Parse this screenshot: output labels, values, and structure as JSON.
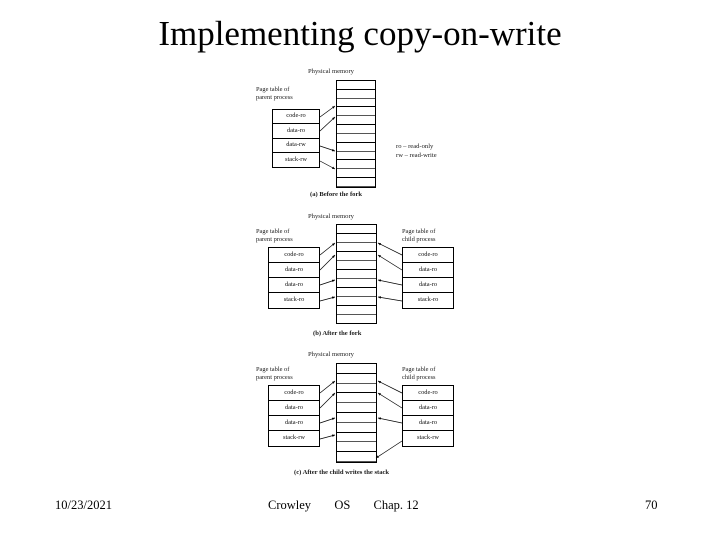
{
  "slide": {
    "title": "Implementing copy-on-write",
    "footer": {
      "date": "10/23/2021",
      "author": "Crowley",
      "course": "OS",
      "chapter": "Chap. 12",
      "page_number": "70"
    }
  },
  "figure": {
    "legend": {
      "ro": "ro  –  read-only",
      "rw": "rw  –  read-write"
    },
    "panels": [
      {
        "id": "a",
        "caption": "(a) Before the fork",
        "physical_memory_label": "Physical memory",
        "physical_memory_cells": 12,
        "parent_table": {
          "label_line1": "Page table of",
          "label_line2": "parent process",
          "entries": [
            "code-ro",
            "data-ro",
            "data-rw",
            "stack-rw"
          ]
        },
        "child_table": null
      },
      {
        "id": "b",
        "caption": "(b) After the fork",
        "physical_memory_label": "Physical memory",
        "physical_memory_cells": 11,
        "parent_table": {
          "label_line1": "Page table of",
          "label_line2": "parent process",
          "entries": [
            "code-ro",
            "data-ro",
            "data-ro",
            "stack-ro"
          ]
        },
        "child_table": {
          "label_line1": "Page table of",
          "label_line2": "child process",
          "entries": [
            "code-ro",
            "data-ro",
            "data-ro",
            "stack-ro"
          ]
        }
      },
      {
        "id": "c",
        "caption": "(c) After the child writes the stack",
        "physical_memory_label": "Physical memory",
        "physical_memory_cells": 10,
        "parent_table": {
          "label_line1": "Page table of",
          "label_line2": "parent process",
          "entries": [
            "code-ro",
            "data-ro",
            "data-ro",
            "stack-rw"
          ]
        },
        "child_table": {
          "label_line1": "Page table of",
          "label_line2": "child process",
          "entries": [
            "code-ro",
            "data-ro",
            "data-ro",
            "stack-rw"
          ]
        }
      }
    ]
  }
}
